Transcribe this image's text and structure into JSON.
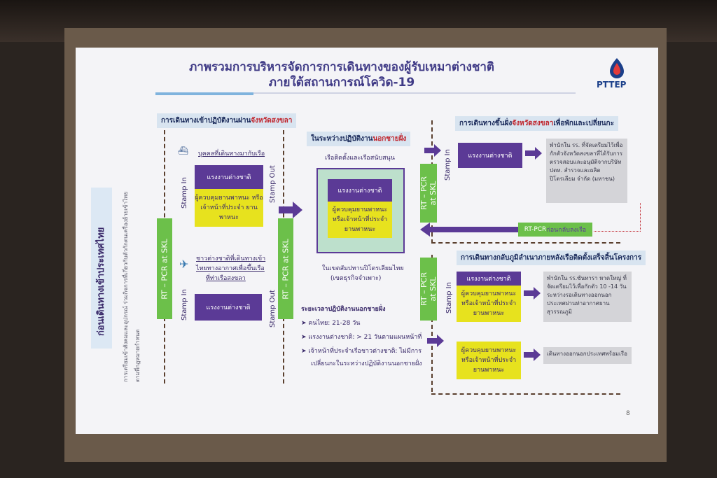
{
  "slide": {
    "title_line1": "ภาพรวมการบริหารจัดการการเดินทางของผู้รับเหมาต่างชาติ",
    "title_line2": "ภายใต้สถานการณ์โควิด-19",
    "logo": "PTTEP",
    "page_number": "8",
    "left_title": "ก่อนเดินทางเข้าประเทศไทย",
    "left_note_1": "การเตรียมเข้าสังคมและอุปกรณ์ ร่วมกิจการที่เกี่ยวกับตัวกักตนเครื่องย้ายเข้าไทย",
    "left_note_2": "ตามที่กฎหมายกำหนด",
    "section1_header_a": "การเดินทางเข้าปฏิบัติงานผ่าน",
    "section1_header_b": "จังหวัดสงขลา",
    "rt_pcr_skl": "RT – PCR at SKL",
    "stamp_in": "Stamp In",
    "stamp_out": "Stamp Out",
    "sea_label": "บุคคลที่เดินทางมากับเรือ",
    "worker": "แรงงานต่างชาติ",
    "supervisor": "ผู้ควบคุมยานพาหนะ หรือเจ้าหน้าที่ประจำ ยานพาหนะ",
    "air_label_1": "ชาวต่างชาติที่เดินทางเข้า",
    "air_label_2": "ไทยทางอากาศเพื่อขึ้นเรือ",
    "air_label_3": "ที่ท่าเรือสงขลา",
    "offshore_header_a": "ในระหว่างปฏิบัติงาน",
    "offshore_header_b": "นอกชายฝั่ง",
    "offshore_sub": "เรือติดตั้งและเรือสนับสนุน",
    "zone_1": "ในเขตสัมปทานปิโตรเลียมไทย",
    "zone_2": "(เขตธุรกิจจำเพาะ)",
    "period_title": "ระยะเวลาปฏิบัติงานนอกชายฝั่ง",
    "period_items": [
      "คนไทย:   21-28 วัน",
      "แรงงานต่างชาติ:   > 21 วันตามแผนหน้าที่",
      "เจ้าหน้าที่ประจำเรือชาวต่างชาติ: ไม่มีการ",
      "เปลี่ยนกะในระหว่างปฏิบัติงานนอกชายฝั่ง"
    ],
    "rt_pcr_skl_short": "RT – PCR\nat SKL",
    "right1_header_a": "การเดินทางขึ้นฝั่ง",
    "right1_header_b": "จังหวัดสงขลา",
    "right1_header_c": "เพื่อพักและเปลี่ยนกะ",
    "right1_gray": "พำนักใน รร. ที่จัดเตรียมไว้เพื่อกักตัวจังหวัดสงขลาที่ได้รับการตรวจสอบและอนุมัติจากบริษัท ปตท. สำรวจและผลิตปิโตรเลียม จำกัด (มหาชน)",
    "rt_pcr_return_a": "RT-PCR",
    "rt_pcr_return_b": " ก่อนกลับลงเรือ",
    "right2_header": "การเดินทางกลับภูมิลำเนาภายหลังเรือติดตั้งเสร็จสิ้นโครงการ",
    "right2_gray": "พำนักใน รร.ซันทารา หาดใหญ่ ที่จัดเตรียมไว้เพื่อกักตัว 10 -14 วัน ระหว่างรอเดินทางออกนอกประเทศผ่านท่าอากาศยานสุวรรณภูมิ",
    "right3_gray": "เดินทางออกนอกประเทศพร้อมเรือ",
    "colors": {
      "purple": "#5b3a96",
      "green": "#6cc04a",
      "yellow": "#e7e21e",
      "title": "#3f3a86"
    }
  }
}
